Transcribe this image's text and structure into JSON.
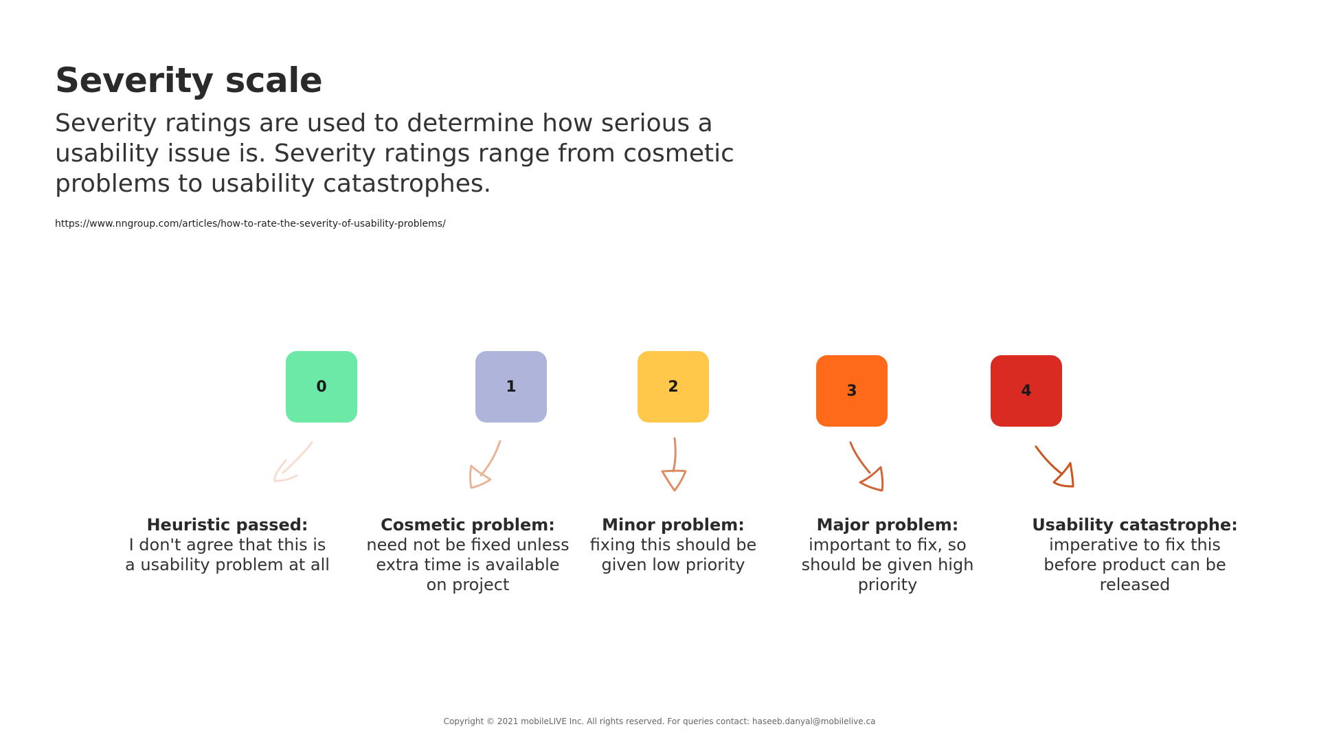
{
  "title": "Severity scale",
  "intro": "Severity ratings are used to determine how serious a usability issue is. Severity ratings range from cosmetic problems to usability catastrophes.",
  "source_url": "https://www.nngroup.com/articles/how-to-rate-the-severity-of-usability-problems/",
  "levels": [
    {
      "number": "0",
      "color": "#6ce9a6",
      "arrow_color": "#f6ddd0",
      "title": "Heuristic passed:",
      "text": "I don't agree that this is a usability problem at all"
    },
    {
      "number": "1",
      "color": "#aeb4da",
      "arrow_color": "#e9b599",
      "title": "Cosmetic problem:",
      "text": "need not be fixed unless extra time is available on project"
    },
    {
      "number": "2",
      "color": "#ffc84a",
      "arrow_color": "#dd8c64",
      "title": "Minor problem:",
      "text": "fixing this should be given low priority"
    },
    {
      "number": "3",
      "color": "#ff6a1a",
      "arrow_color": "#d06436",
      "title": "Major problem:",
      "text": "important to fix, so should be given high priority"
    },
    {
      "number": "4",
      "color": "#d92b22",
      "arrow_color": "#c9541d",
      "title": "Usability catastrophe:",
      "text": "imperative to fix this before product can be released"
    }
  ],
  "copyright": "Copyright © 2021 mobileLIVE Inc. All rights reserved. For queries contact: haseeb.danyal@mobilelive.ca"
}
